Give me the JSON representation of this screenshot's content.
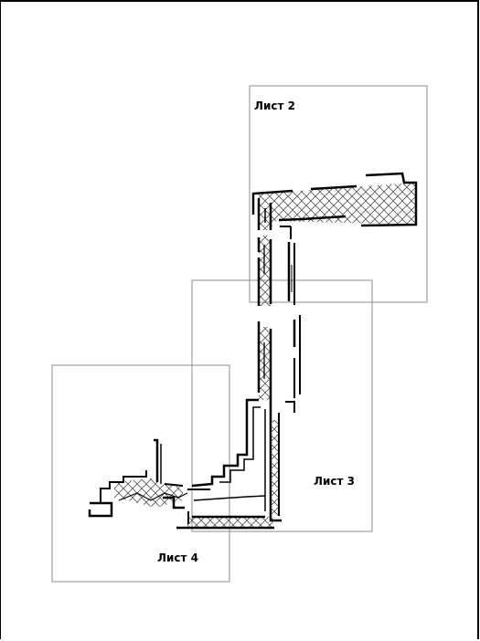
{
  "sheets": {
    "sheet_2": {
      "label": "Лист 2"
    },
    "sheet_3": {
      "label": "Лист 3"
    },
    "sheet_4": {
      "label": "Лист 4"
    }
  },
  "colors": {
    "page_border": "#000000",
    "sheet_border": "#8c8c8c",
    "wall": "#000000",
    "hatch": "#555555"
  }
}
